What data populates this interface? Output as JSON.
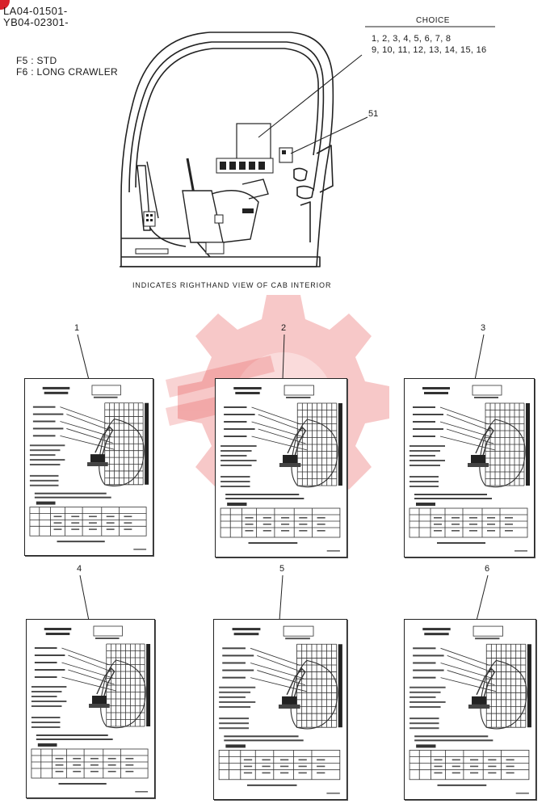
{
  "header": {
    "serials": [
      "LA04-01501-",
      "YB04-02301-"
    ],
    "variants": [
      "F5 : STD",
      "F6 : LONG CRAWLER"
    ]
  },
  "choice": {
    "title": "CHOICE",
    "line1": "1, 2, 3, 4, 5, 6, 7, 8",
    "line2": "9, 10, 11, 12, 13, 14, 15, 16"
  },
  "callouts": {
    "ref_51": "51"
  },
  "cab_caption": "INDICATES RIGHTHAND VIEW OF CAB INTERIOR",
  "sheets": [
    {
      "num": "1"
    },
    {
      "num": "2"
    },
    {
      "num": "3"
    },
    {
      "num": "4"
    },
    {
      "num": "5"
    },
    {
      "num": "6"
    }
  ],
  "colors": {
    "line": "#222222",
    "watermark": "#e23b3b",
    "badge": "#d8202a"
  }
}
